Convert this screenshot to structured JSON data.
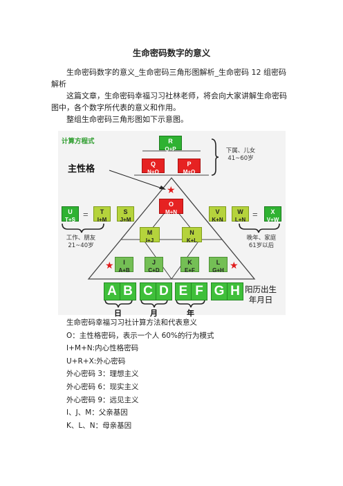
{
  "title": "生命密码数字的意义",
  "intro": [
    "生命密码数字的意义_生命密码三角形图解析_生命密码 12 组密码解析",
    "这篇文章，生命密码幸福习习社林老师，将会向大家讲解生命密码图中，各个数字所代表的意义和作用。",
    "整组生命密码三角形图如下示意图。"
  ],
  "diagram": {
    "heading": "计算方程式",
    "main_label": "主性格",
    "boxes": {
      "R": {
        "l1": "R",
        "l2": "Q+P"
      },
      "Q": {
        "l1": "Q",
        "l2": "N+O"
      },
      "P": {
        "l1": "P",
        "l2": "M+O"
      },
      "O": {
        "l1": "O",
        "l2": "M+N"
      },
      "U": {
        "l1": "U",
        "l2": "T+S"
      },
      "T": {
        "l1": "T",
        "l2": "I+M"
      },
      "S": {
        "l1": "S",
        "l2": "J+M"
      },
      "V": {
        "l1": "V",
        "l2": "K+N"
      },
      "W": {
        "l1": "W",
        "l2": "L+N"
      },
      "X": {
        "l1": "X",
        "l2": "V+W"
      },
      "M": {
        "l1": "M",
        "l2": "I+J"
      },
      "N": {
        "l1": "N",
        "l2": "K+L"
      },
      "I": {
        "l1": "I",
        "l2": "A+B"
      },
      "J": {
        "l1": "J",
        "l2": "C+D"
      },
      "K": {
        "l1": "K",
        "l2": "E+F"
      },
      "L": {
        "l1": "L",
        "l2": "G+H"
      }
    },
    "eq": "=",
    "family_label_1": "下属、儿女",
    "family_label_2": "41~60岁",
    "work_label_1": "工作、朋友",
    "work_label_2": "21~40岁",
    "late_label_1": "晚年、家庭",
    "late_label_2": "61岁以后",
    "letters": [
      "A",
      "B",
      "C",
      "D",
      "E",
      "F",
      "G",
      "H"
    ],
    "birth_label_1": "阳历出生",
    "birth_label_2": "年月日",
    "day": "日",
    "month": "月",
    "year": "年",
    "star": "★"
  },
  "lines": [
    "生命密码幸福习习社计算方法和代表意义",
    "O：主性格密码，表示一个人 60%的行为模式",
    "I+M+N:内心性格密码",
    "U+R+X:外心密码",
    "外心密码 3：理想主义",
    "外心密码 6：现实主义",
    "外心密码 9：远见主义",
    "I、J、M：父亲基因",
    "K、L、N：母亲基因"
  ]
}
